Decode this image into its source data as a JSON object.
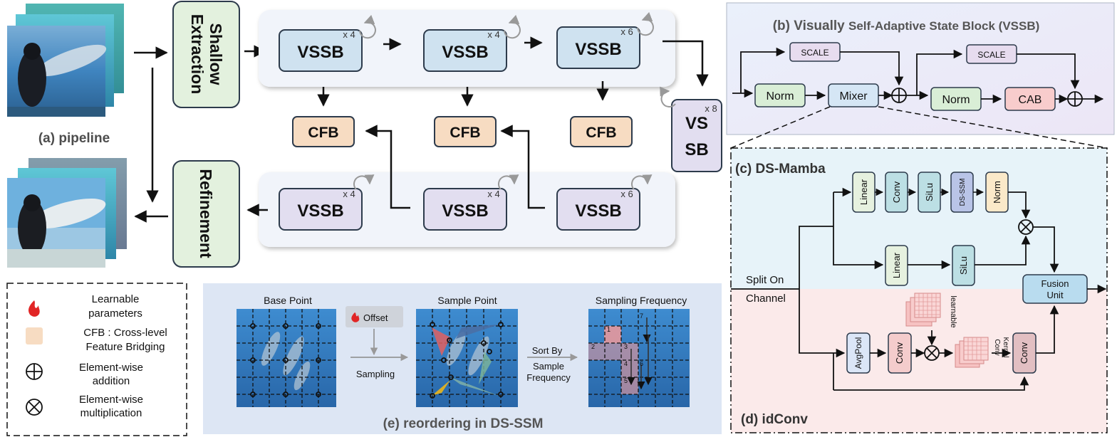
{
  "pipeline": {
    "caption": "(a) pipeline",
    "shallow": [
      "Shallow",
      "Extraction"
    ],
    "refinement": "Refinement",
    "vssb": "VSSB",
    "vs_lines": [
      "VS",
      "SB"
    ],
    "repeats": {
      "top1": "x 4",
      "top2": "x 4",
      "top3": "x 6",
      "mid": "x 8",
      "bot1": "x 4",
      "bot2": "x 4",
      "bot3": "x 6"
    },
    "cfb": "CFB"
  },
  "vssb_block": {
    "title_prefix": "(b) Visually",
    "title_rest": "Self-Adaptive State Block (VSSB)",
    "scale": "SCALE",
    "norm": "Norm",
    "mixer": "Mixer",
    "cab": "CAB"
  },
  "dsmamba": {
    "title": "(c) DS-Mamba",
    "linear": "Linear",
    "conv": "Conv",
    "silu": "SiLu",
    "dsssm": "DS-SSM",
    "norm": "Norm",
    "split": [
      "Split On",
      "Channel"
    ],
    "fusion": [
      "Fusion",
      "Unit"
    ]
  },
  "idconv": {
    "title": "(d) idConv",
    "avgpool": "AvgPool",
    "conv": "Conv",
    "learnable": "learnable",
    "kernel": [
      "Conv",
      "Kernel"
    ]
  },
  "legend": {
    "learnable": [
      "Learnable",
      "parameters"
    ],
    "cfb": [
      "CFB : Cross-level",
      "Feature Bridging"
    ],
    "add": [
      "Element-wise",
      "addition"
    ],
    "mul": [
      "Element-wise",
      "multiplication"
    ]
  },
  "reorder": {
    "caption": "(e) reordering in DS-SSM",
    "base": "Base Point",
    "sample": "Sample Point",
    "freq": "Sampling Frequency",
    "offset": "Offset",
    "sampling": "Sampling",
    "sort": [
      "Sort By",
      "Sample",
      "Frequency"
    ],
    "order": [
      "1",
      "2",
      "3",
      "4",
      "5",
      "6",
      "7"
    ]
  },
  "colors": {
    "shallow_fill": "#e3f1de",
    "vssb_top_fill": "#cfe2f0",
    "vssb_bot_fill": "#e2def0",
    "cfb_fill": "#f7dcc2",
    "norm_fill": "#d9eed6",
    "cab_fill": "#f8cccc",
    "scale_fill": "#e7dcef",
    "mixer_fill": "#d5e6f5",
    "linear_fill": "#e6f1df",
    "conv_fill": "#bcdfe4",
    "dsssm_fill": "#b9c4e7",
    "normc_fill": "#fbe9c9",
    "fusion_fill": "#b9dcef",
    "avgpool_fill": "#dbe6f7",
    "convd_fill": "#f4cccc",
    "conv2_fill": "#e2bfc2"
  }
}
